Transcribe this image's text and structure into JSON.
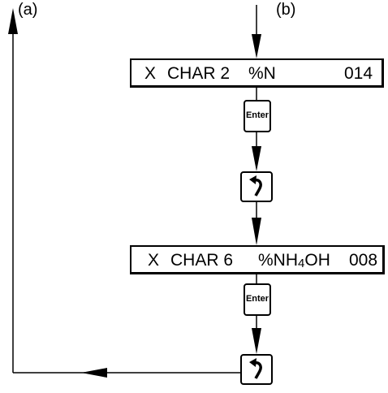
{
  "labels": {
    "a": "(a)",
    "b": "(b)"
  },
  "display_1": {
    "x": "X",
    "char": "CHAR 2",
    "symbol": "%N",
    "value": "014"
  },
  "display_2": {
    "x": "X",
    "char": "CHAR 6",
    "symbol_prefix": "%NH",
    "symbol_sub": "4",
    "symbol_suffix": "OH",
    "value": "008"
  },
  "keys": {
    "enter_label": "Enter",
    "scroll_icon": "scroll-return-icon"
  }
}
